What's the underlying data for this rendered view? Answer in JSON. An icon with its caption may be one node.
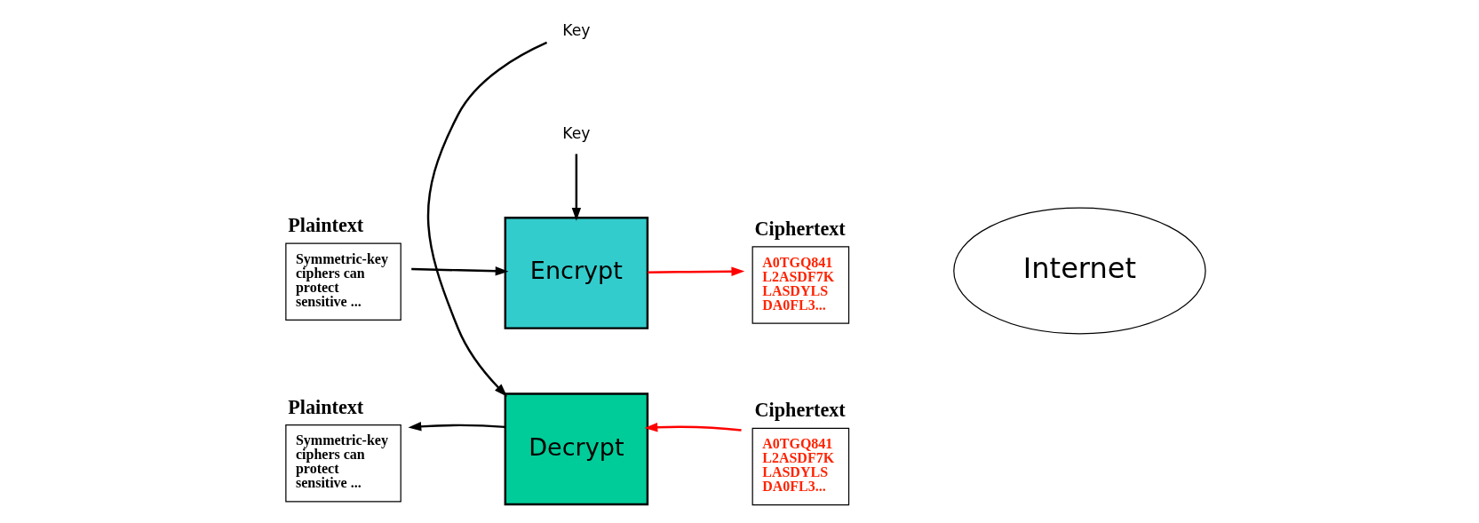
{
  "diagram": {
    "nodes": [
      {
        "text": [
          "Plaintext",
          "Symmetric-key ciphers can protect sensitive ..."
        ]
      },
      {
        "text": [
          "Encrypt"
        ]
      },
      {
        "text": [
          "Ciphertext",
          "A0TGQ841 L2ASDF7K LASDYLS DA0FL3..."
        ]
      },
      {
        "text": [
          "Key"
        ]
      },
      {
        "text": [
          "Internet"
        ]
      },
      {
        "text": [
          "Plaintext",
          "Symmetric-key ciphers can protect sensitive ..."
        ]
      },
      {
        "text": [
          "Decrypt"
        ]
      },
      {
        "text": [
          "Ciphertext",
          "A0TGQ841 L2ASDF7K LASDYLS DA0FL3..."
        ]
      },
      {
        "text": [
          "Key"
        ]
      }
    ],
    "edges": [
      {
        "from": 0,
        "to": 1,
        "arrow": "to"
      },
      {
        "from": 1,
        "to": 2,
        "arrow": "to",
        "color": "#ff0000"
      },
      {
        "from": 3,
        "to": 1,
        "arrow": "to"
      },
      {
        "from": 7,
        "to": 6,
        "arrow": "to",
        "color": "#ff0000"
      },
      {
        "from": 6,
        "to": 5,
        "arrow": "to"
      },
      {
        "from": 8,
        "to": 6,
        "arrow": "to"
      }
    ]
  }
}
